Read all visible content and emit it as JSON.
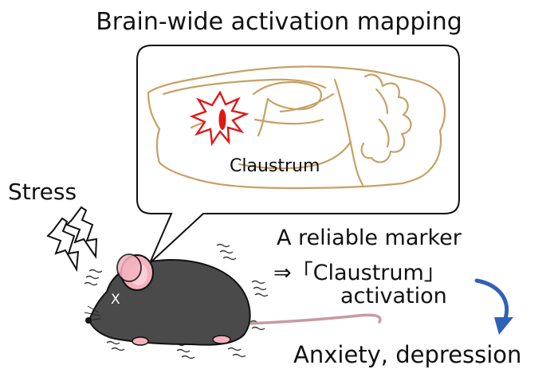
{
  "title": "Brain-wide activation mapping",
  "brain_region_label": "Claustrum",
  "stimulus_label": "Stress",
  "marker_text": {
    "line1": "A reliable marker",
    "line2": "⇒「Claustrum」",
    "line3": "activation"
  },
  "outcome_label": "Anxiety, depression",
  "mouse_eye_glyph": "X",
  "colors": {
    "brain_outline": "#c8a064",
    "activation_red": "#e01818",
    "mouse_body": "#4a4a4a",
    "mouse_ear": "#f4b2bd",
    "arrow_blue": "#3060b8"
  }
}
